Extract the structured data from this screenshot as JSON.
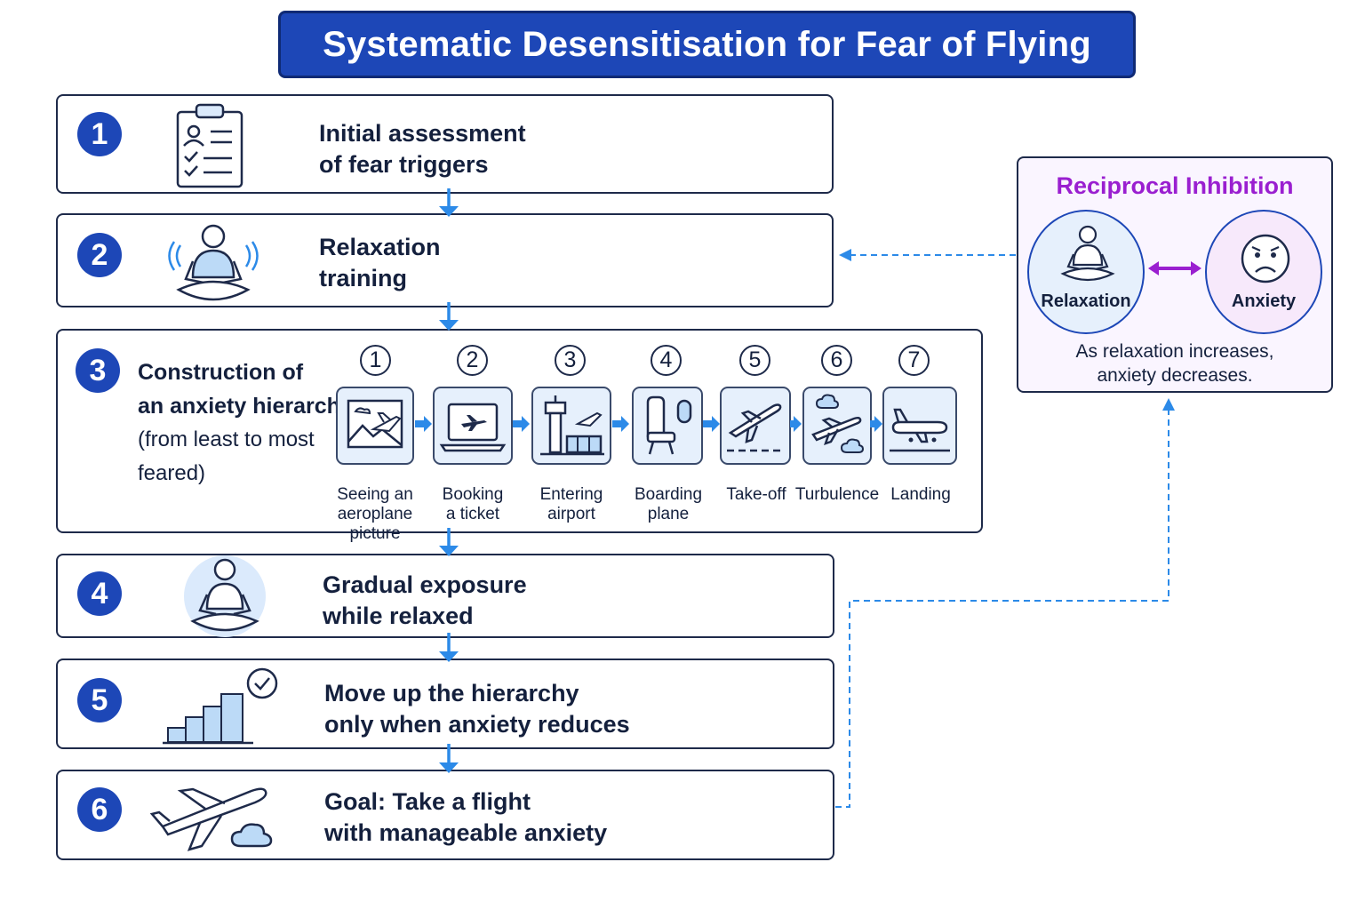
{
  "title": "Systematic Desensitisation for Fear of Flying",
  "steps": [
    {
      "number": "1",
      "line1": "Initial assessment",
      "line2": "of fear triggers",
      "icon": "clipboard-icon"
    },
    {
      "number": "2",
      "line1": "Relaxation",
      "line2": "training",
      "icon": "meditating-person-icon"
    },
    {
      "number": "3",
      "line1": "Construction of",
      "line2": "an anxiety hierarchy",
      "line3": "(from least to most",
      "line4": "feared)"
    },
    {
      "number": "4",
      "line1": "Gradual exposure",
      "line2": "while relaxed",
      "icon": "meditating-person-icon"
    },
    {
      "number": "5",
      "line1": "Move up the hierarchy",
      "line2": "only when anxiety reduces",
      "icon": "bar-chart-check-icon"
    },
    {
      "number": "6",
      "line1": "Goal: Take a flight",
      "line2": "with manageable anxiety",
      "icon": "airplane-cloud-icon"
    }
  ],
  "hierarchy": [
    {
      "number": "1",
      "label": [
        "Seeing an",
        "aeroplane",
        "picture"
      ],
      "icon": "airplane-picture-icon"
    },
    {
      "number": "2",
      "label": [
        "Booking",
        "a ticket"
      ],
      "icon": "laptop-airplane-icon"
    },
    {
      "number": "3",
      "label": [
        "Entering",
        "airport"
      ],
      "icon": "airport-tower-icon"
    },
    {
      "number": "4",
      "label": [
        "Boarding",
        "plane"
      ],
      "icon": "plane-seat-icon"
    },
    {
      "number": "5",
      "label": [
        "Take-off"
      ],
      "icon": "takeoff-icon"
    },
    {
      "number": "6",
      "label": [
        "Turbulence"
      ],
      "icon": "turbulence-icon"
    },
    {
      "number": "7",
      "label": [
        "Landing"
      ],
      "icon": "landing-icon"
    }
  ],
  "reciprocal": {
    "title": "Reciprocal Inhibition",
    "left_label": "Relaxation",
    "right_label": "Anxiety",
    "desc1": "As relaxation increases,",
    "desc2": "anxiety decreases."
  },
  "colors": {
    "primary": "#1d47b7",
    "arrow": "#2c8ae8",
    "accent_purple": "#9a1fd0",
    "card_fill": "#e6f0fc"
  }
}
